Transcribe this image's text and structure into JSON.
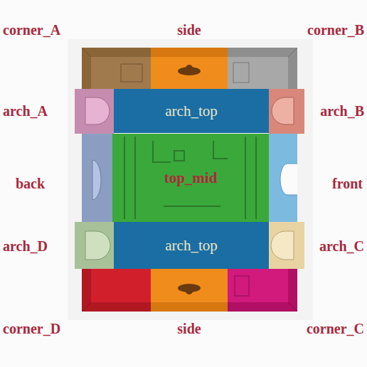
{
  "diagram": {
    "nodes": [
      {
        "text": [
          "arch_top"
        ]
      },
      {
        "text": [
          "top_mid"
        ]
      },
      {
        "text": [
          "arch_top"
        ]
      }
    ],
    "labels": [
      "corner_A",
      "side",
      "corner_B",
      "arch_A",
      "arch_B",
      "back",
      "front",
      "arch_D",
      "arch_C",
      "corner_D",
      "side",
      "corner_C"
    ]
  }
}
